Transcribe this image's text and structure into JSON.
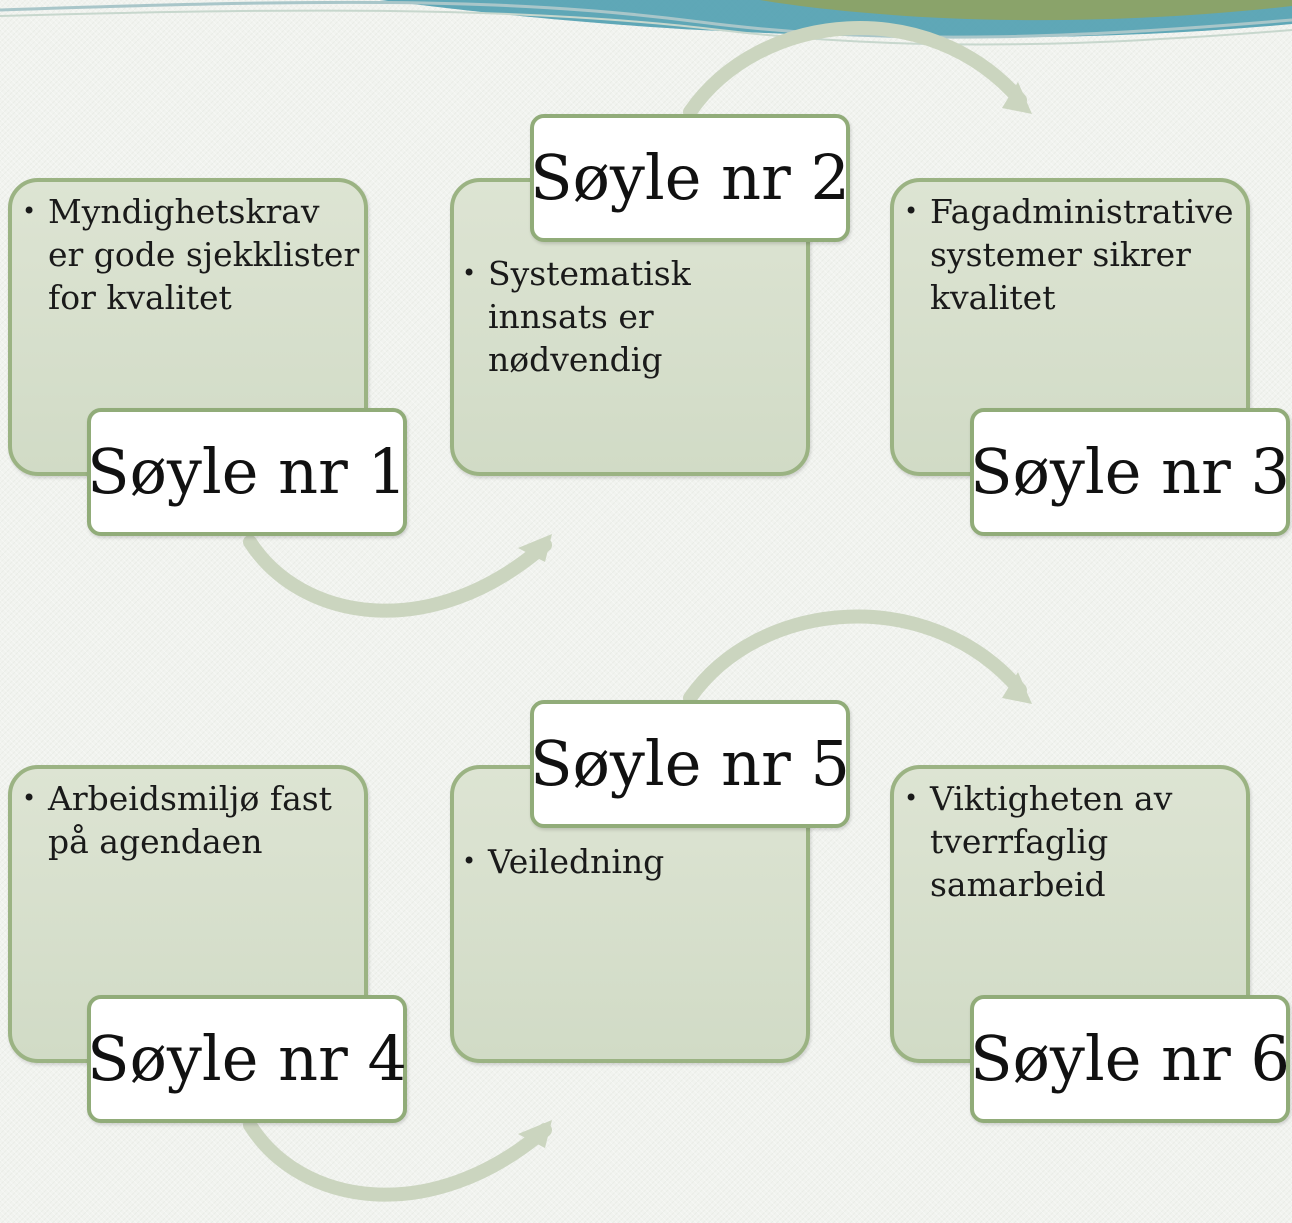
{
  "columns": [
    {
      "label": "Søyle nr 1",
      "bullet": "Myndighetskrav er gode sjekklister for kvalitet"
    },
    {
      "label": "Søyle nr 2",
      "bullet": "Systematisk innsats er nødvendig"
    },
    {
      "label": "Søyle nr 3",
      "bullet": "Fagadministrative systemer sikrer kvalitet"
    },
    {
      "label": "Søyle nr 4",
      "bullet": "Arbeidsmiljø fast på agendaen"
    },
    {
      "label": "Søyle nr 5",
      "bullet": "Veiledning"
    },
    {
      "label": "Søyle nr 6",
      "bullet": "Viktigheten av tverrfaglig samarbeid"
    }
  ],
  "colors": {
    "card_fill": "#d6dfcb",
    "card_border": "#9bb383",
    "arrow": "#cfd8c3",
    "label_border": "#91ac79"
  }
}
